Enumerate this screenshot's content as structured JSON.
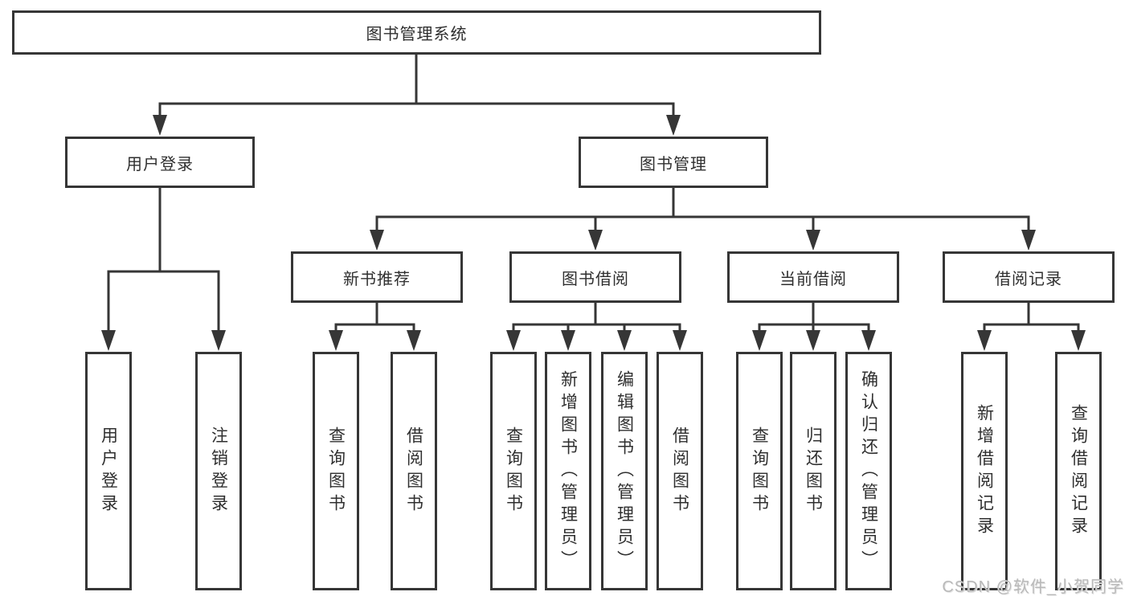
{
  "diagram_title": "图书管理系统",
  "tree": {
    "label": "图书管理系统",
    "children": [
      {
        "label": "用户登录",
        "children": [
          {
            "label": "用户登录"
          },
          {
            "label": "注销登录"
          }
        ]
      },
      {
        "label": "图书管理",
        "children": [
          {
            "label": "新书推荐",
            "children": [
              {
                "label": "查询图书"
              },
              {
                "label": "借阅图书"
              }
            ]
          },
          {
            "label": "图书借阅",
            "children": [
              {
                "label": "查询图书"
              },
              {
                "label": "新增图书（管理员）"
              },
              {
                "label": "编辑图书（管理员）"
              },
              {
                "label": "借阅图书"
              }
            ]
          },
          {
            "label": "当前借阅",
            "children": [
              {
                "label": "查询图书"
              },
              {
                "label": "归还图书"
              },
              {
                "label": "确认归还（管理员）"
              }
            ]
          },
          {
            "label": "借阅记录",
            "children": [
              {
                "label": "新增借阅记录"
              },
              {
                "label": "查询借阅记录"
              }
            ]
          }
        ]
      }
    ]
  },
  "watermark": "CSDN @软件_小贺同学",
  "colors": {
    "line": "#363636",
    "box_border": "#363636",
    "text": "#2f2f2f",
    "background": "#ffffff",
    "watermark": "#b9b9b9"
  }
}
